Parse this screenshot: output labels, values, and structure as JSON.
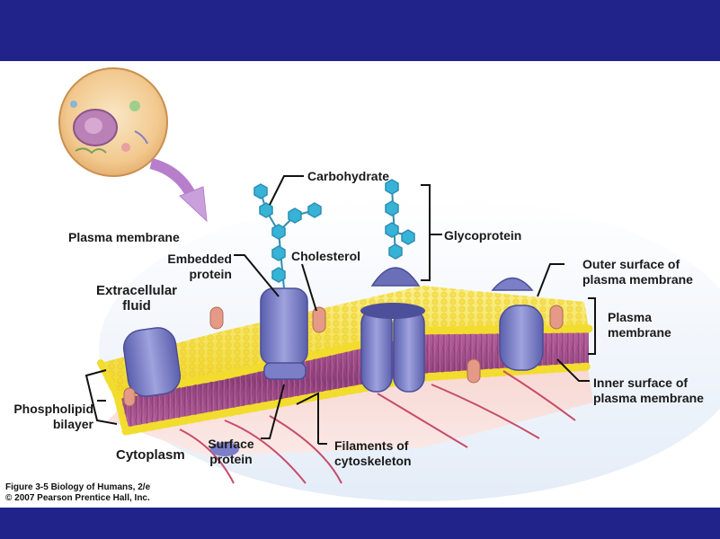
{
  "labels": {
    "carbohydrate": "Carbohydrate",
    "glycoprotein": "Glycoprotein",
    "plasma_membrane_top": "Plasma membrane",
    "cholesterol": "Cholesterol",
    "embedded_protein_1": "Embedded",
    "embedded_protein_2": "protein",
    "extracellular_1": "Extracellular",
    "extracellular_2": "fluid",
    "outer_surface_1": "Outer surface of",
    "outer_surface_2": "plasma membrane",
    "plasma_membrane_right_1": "Plasma",
    "plasma_membrane_right_2": "membrane",
    "inner_surface_1": "Inner surface of",
    "inner_surface_2": "plasma membrane",
    "phospholipid_1": "Phospholipid",
    "phospholipid_2": "bilayer",
    "cytoplasm": "Cytoplasm",
    "surface_protein_1": "Surface",
    "surface_protein_2": "protein",
    "filaments_1": "Filaments of",
    "filaments_2": "cytoskeleton"
  },
  "caption": {
    "line1": "Figure 3-5  Biology of Humans, 2/e",
    "line2": "© 2007 Pearson Prentice Hall, Inc."
  },
  "colors": {
    "band": "#21238b",
    "head_yellow": "#f2dc2e",
    "protein_blue": "#7b7fc7",
    "carb_cyan": "#36b3d6",
    "cholesterol_pink": "#e49a86",
    "cytoplasm_pink": "#f3c2bf",
    "tail_purple": "#9a4f86"
  }
}
